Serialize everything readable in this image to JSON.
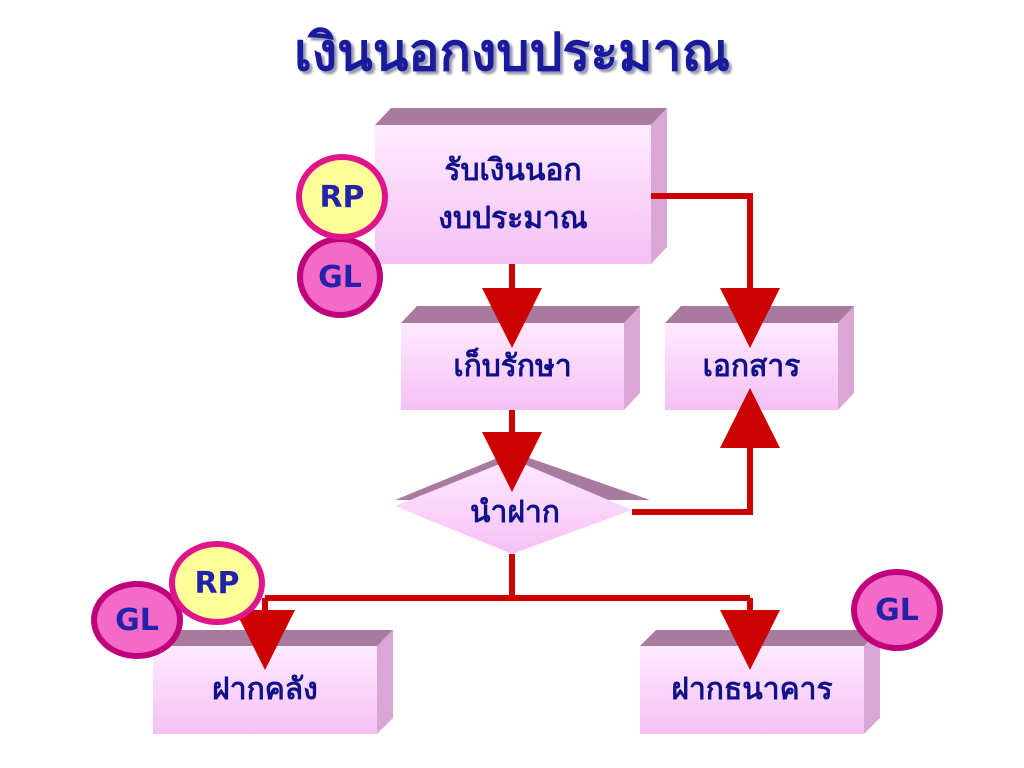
{
  "title": "เงินนอกงบประมาณ",
  "nodes": {
    "receive": {
      "line1": "รับเงินนอก",
      "line2": "งบประมาณ"
    },
    "keep": "เก็บรักษา",
    "document": "เอกสาร",
    "deposit": "นำฝาก",
    "treasury": "ฝากคลัง",
    "bank": "ฝากธนาคาร"
  },
  "badges": {
    "rp_top": "RP",
    "gl_top": "GL",
    "rp_bottom": "RP",
    "gl_bottom": "GL",
    "gl_right": "GL"
  },
  "colors": {
    "arrow": "#cc0000",
    "box_face": "#f7c6f7",
    "box_side": "#d9a6d6",
    "box_top": "#a87aa0",
    "text": "#10108a"
  }
}
